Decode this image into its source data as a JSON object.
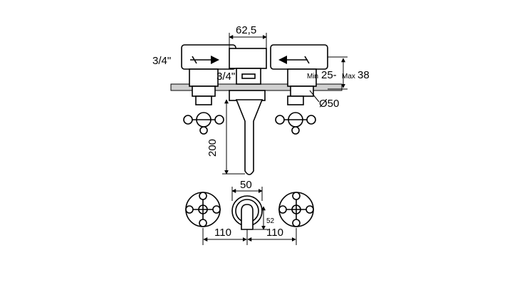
{
  "drawing": {
    "labels": {
      "inlet_left_thread": "3/4\"",
      "outlet_thread": "3/4\"",
      "width_top": "62,5",
      "min_prefix": "Min",
      "min_value": "25-",
      "max_prefix": "Max",
      "max_value": "38",
      "diameter": "Ø50",
      "height": "200",
      "spout_width": "50",
      "spout_offset": "52",
      "spacing_left": "110",
      "spacing_right": "110"
    },
    "icons": [
      "arrow-right-icon",
      "arrow-left-icon",
      "cross-handle-icon"
    ]
  }
}
